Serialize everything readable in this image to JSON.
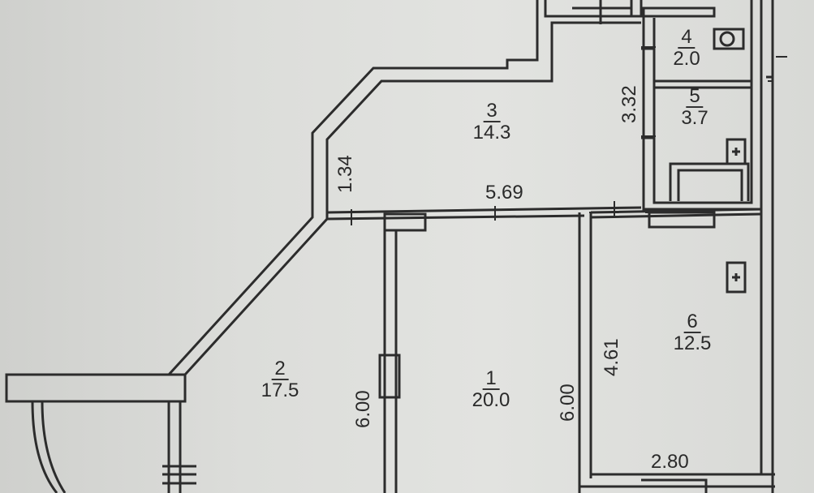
{
  "rooms": [
    {
      "id": "1",
      "number": "1",
      "area": "20.0"
    },
    {
      "id": "2",
      "number": "2",
      "area": "17.5"
    },
    {
      "id": "3",
      "number": "3",
      "area": "14.3"
    },
    {
      "id": "4",
      "number": "4",
      "area": "2.0"
    },
    {
      "id": "5",
      "number": "5",
      "area": "3.7"
    },
    {
      "id": "6",
      "number": "6",
      "area": "12.5"
    }
  ],
  "dimensions": {
    "room3_width": "5.69",
    "room3_depth": "1.34",
    "bath_height": "3.32",
    "room1_left": "6.00",
    "room1_right": "6.00",
    "room6_depth": "4.61",
    "room6_width": "2.80"
  }
}
